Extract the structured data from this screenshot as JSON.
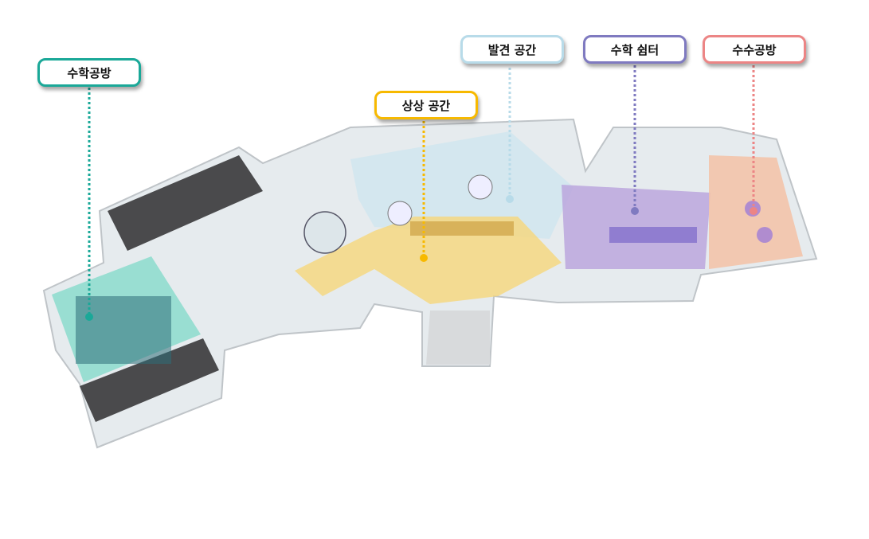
{
  "zones": [
    {
      "id": "math-workshop",
      "label": "수학공방",
      "color": "#1aa898"
    },
    {
      "id": "imagination-space",
      "label": "상상 공간",
      "color": "#f7b900"
    },
    {
      "id": "discovery-space",
      "label": "발견 공간",
      "color": "#b8dbe9"
    },
    {
      "id": "math-rest",
      "label": "수학 쉼터",
      "color": "#7f7ac0"
    },
    {
      "id": "susu-workshop",
      "label": "수수공방",
      "color": "#ec8585"
    }
  ]
}
